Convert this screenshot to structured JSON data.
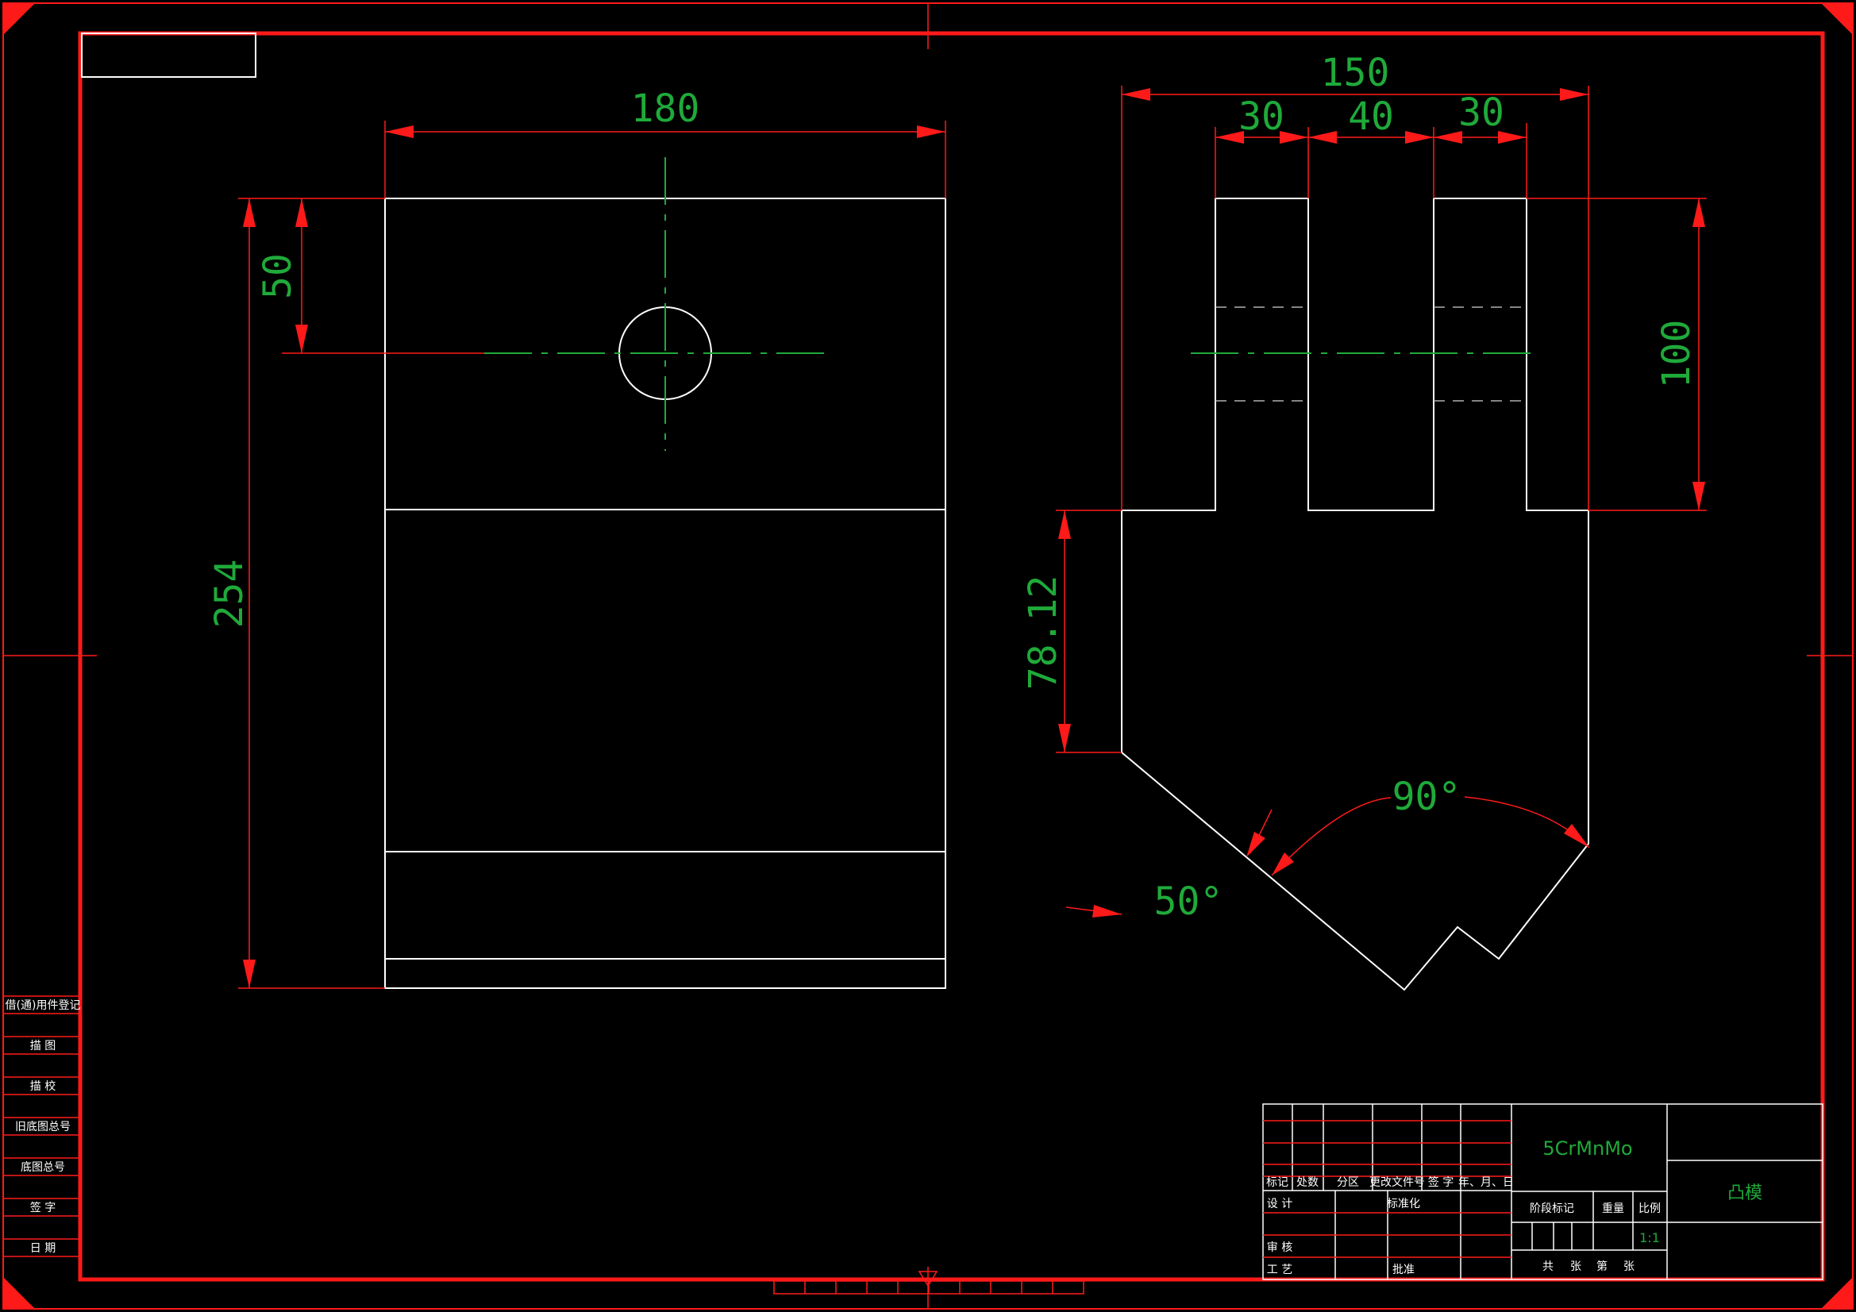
{
  "colors": {
    "background": "#000000",
    "outline": "#ffffff",
    "dimension": "#ff1a1a",
    "text": "#1faa3a"
  },
  "dimensions": {
    "front_width": "180",
    "front_height": "254",
    "hole_offset": "50",
    "side_width": "150",
    "slot_left": "30",
    "slot_middle": "40",
    "slot_right": "30",
    "slot_depth": "100",
    "body_height": "78.12",
    "v_angle": "90°",
    "side_angle": "50°"
  },
  "side_labels": [
    "借(通)用件登记",
    "描 图",
    "描 校",
    "旧底图总号",
    "底图总号",
    "签 字",
    "日 期"
  ],
  "title_block": {
    "material": "5CrMnMo",
    "part_name": "凸模",
    "col_headers": [
      "标记",
      "处数",
      "分区",
      "更改文件号",
      "签 字",
      "年、月、日"
    ],
    "design": "设 计",
    "standardize": "标准化",
    "review": "审 核",
    "process": "工 艺",
    "approve": "批准",
    "stage_mark": "阶段标记",
    "weight": "重量",
    "scale_label": "比例",
    "scale_value": "1:1",
    "sheets": [
      "共",
      "张",
      "第",
      "张"
    ]
  }
}
